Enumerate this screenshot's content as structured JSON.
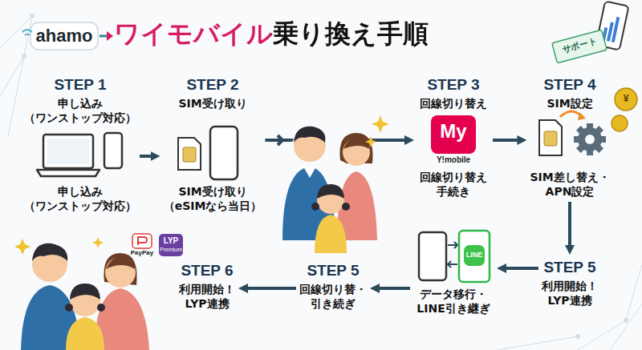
{
  "diagram": {
    "title": "ワイモバイル乗り換え手順",
    "nodes": [
      {
        "text": [
          "STEP 1",
          "申し込み （ワンストップ対応）",
          "申し込み （ワンストップ対応）"
        ]
      },
      {
        "text": [
          "STEP 2",
          "SIM受け取り",
          "SIM受け取り （eSIMなら当日）"
        ]
      },
      {
        "text": [
          "STEP 3",
          "回線切り替え",
          "回線切り替え 手続き"
        ]
      },
      {
        "text": [
          "STEP 4",
          "SIM設定",
          "SIM差し替え・ APN設定"
        ]
      },
      {
        "text": [
          "STEP 5",
          "利用開始！ LYP連携"
        ]
      },
      {
        "text": [
          "データ移行・ LINE引き継ぎ"
        ]
      },
      {
        "text": [
          "STEP 5",
          "回線切り替・ 引き続ぎ"
        ]
      },
      {
        "text": [
          "STEP 6",
          "利用開始！ LYP連携"
        ]
      }
    ],
    "edges": [
      {
        "from": 0,
        "to": 1,
        "arrow": "to"
      },
      {
        "from": 1,
        "to": 2,
        "arrow": "to"
      },
      {
        "from": 2,
        "to": 3,
        "arrow": "to"
      },
      {
        "from": 3,
        "to": 4,
        "arrow": "to"
      },
      {
        "from": 4,
        "to": 5,
        "arrow": "to"
      },
      {
        "from": 5,
        "to": 6,
        "arrow": "to"
      },
      {
        "from": 6,
        "to": 7,
        "arrow": "to"
      }
    ],
    "labels": [
      "ahamo",
      "My",
      "Y!mobile",
      "サポート",
      "LINE",
      "PayPay",
      "LYP",
      "Premium",
      "¥"
    ]
  }
}
